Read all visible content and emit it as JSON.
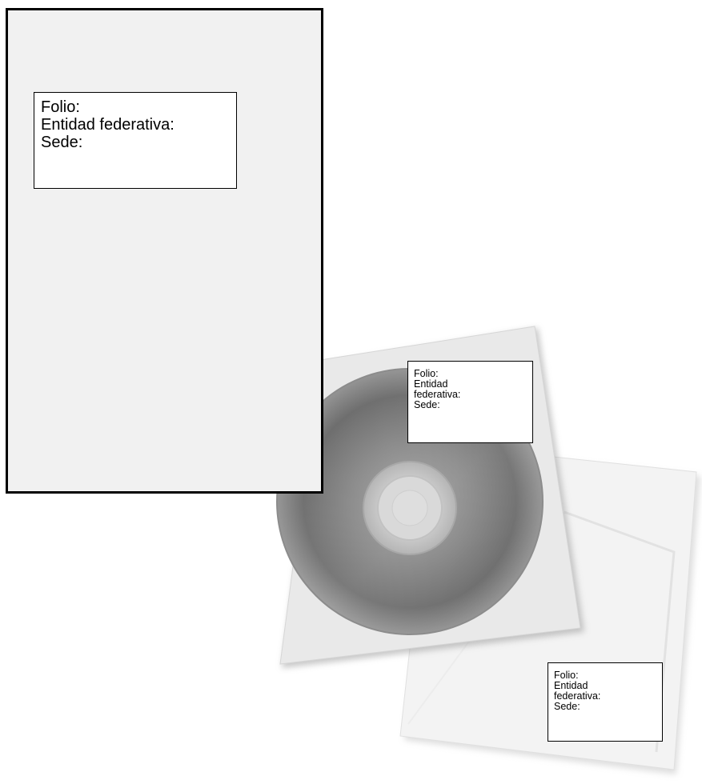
{
  "folder_label": {
    "lines": [
      "Folio:",
      "Entidad federativa:",
      "Sede:"
    ]
  },
  "cd_sleeve_label": {
    "lines": [
      "Folio:",
      "Entidad",
      "federativa:",
      "Sede:"
    ]
  },
  "envelope_label": {
    "lines": [
      "Folio:",
      "Entidad",
      "federativa:",
      "Sede:"
    ]
  },
  "colors": {
    "folder_fill": "#f1f1f1",
    "border": "#000000",
    "disc": "#6e6e6e"
  }
}
